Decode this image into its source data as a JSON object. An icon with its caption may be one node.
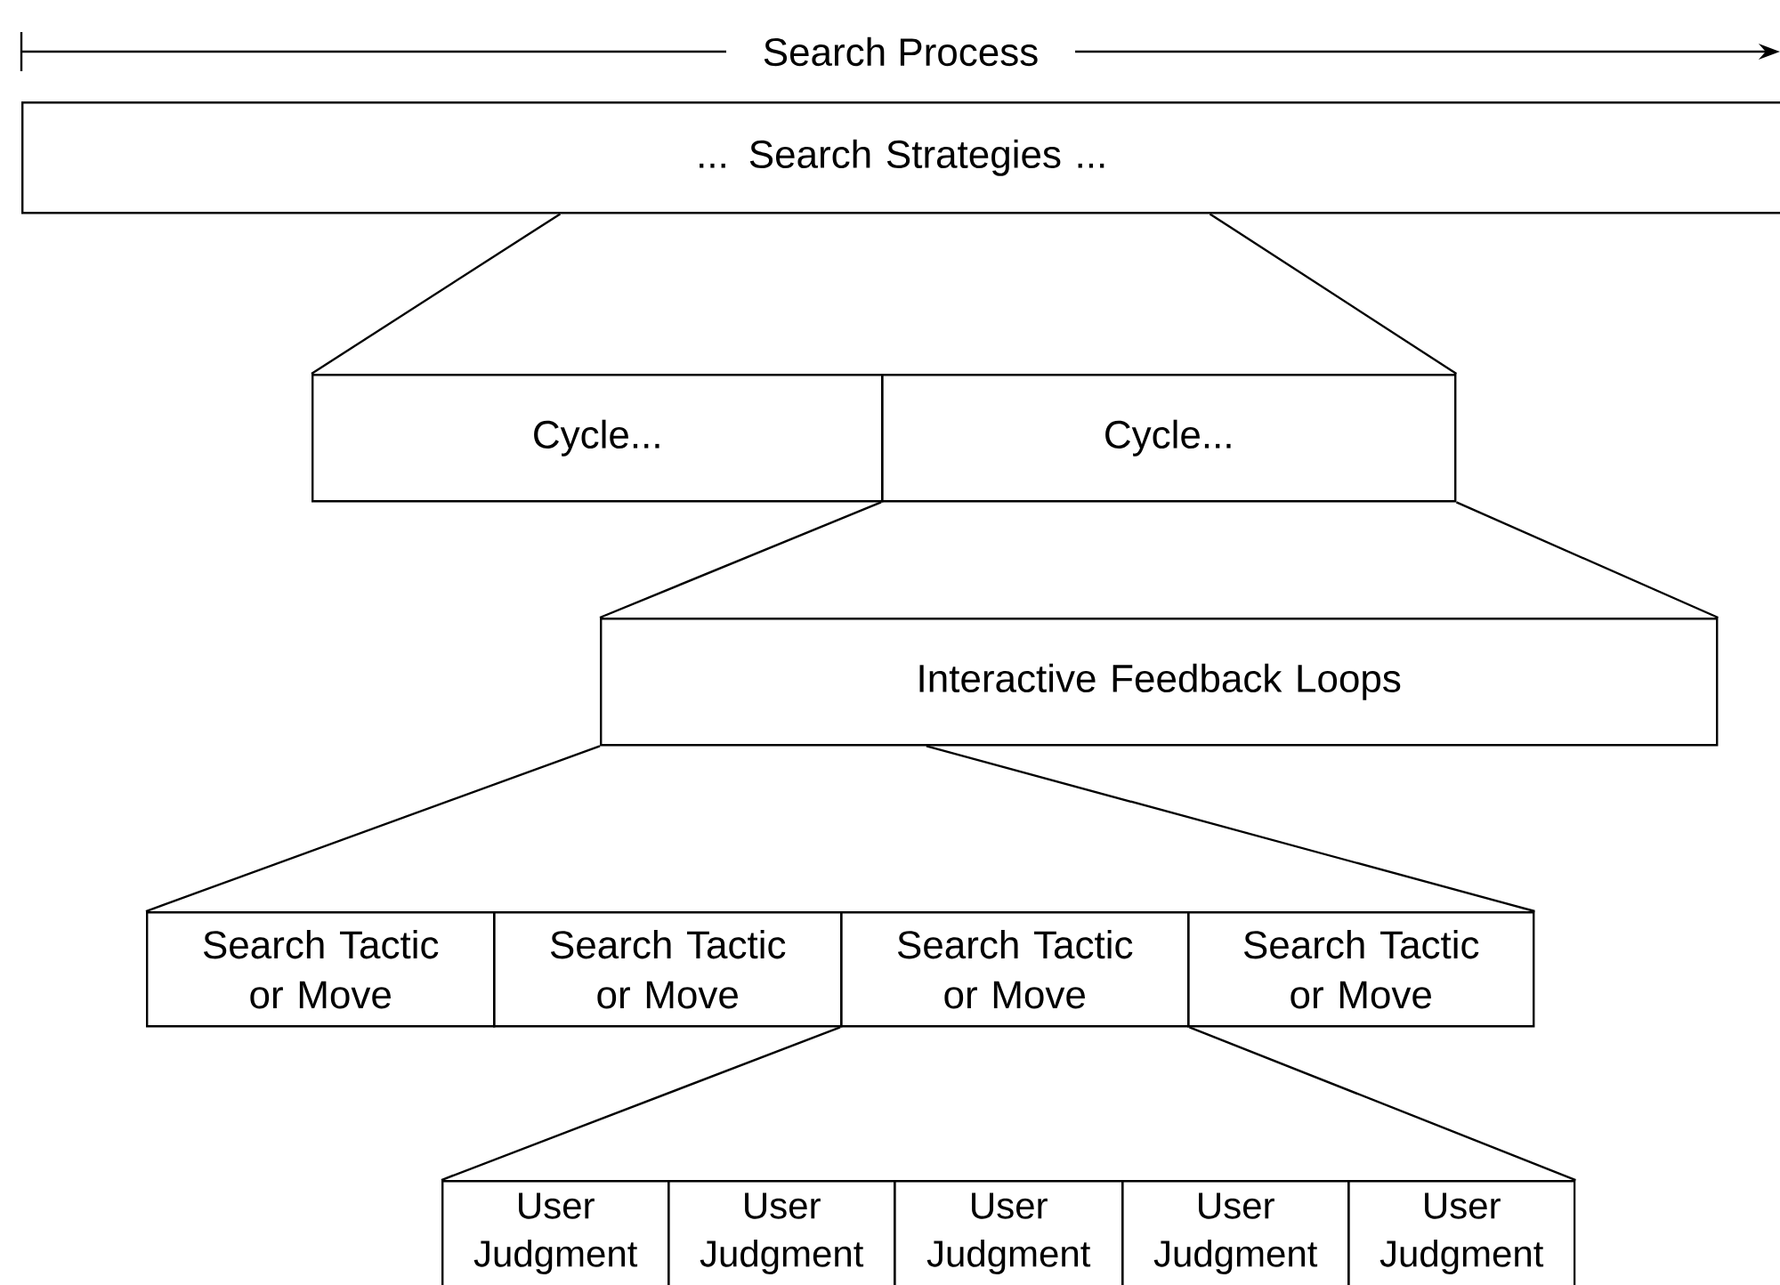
{
  "diagram": {
    "nodes": [
      {
        "text": [
          "... Search Strategies ..."
        ]
      },
      {
        "text": [
          "Cycle..."
        ]
      },
      {
        "text": [
          "Cycle..."
        ]
      },
      {
        "text": [
          "Interactive Feedback Loops"
        ]
      },
      {
        "text": [
          "Search Tactic or Move"
        ]
      },
      {
        "text": [
          "Search Tactic or Move"
        ]
      },
      {
        "text": [
          "Search Tactic or Move"
        ]
      },
      {
        "text": [
          "Search Tactic or Move"
        ]
      },
      {
        "text": [
          "User Judgment"
        ]
      },
      {
        "text": [
          "User Judgment"
        ]
      },
      {
        "text": [
          "User Judgment"
        ]
      },
      {
        "text": [
          "User Judgment"
        ]
      },
      {
        "text": [
          "User Judgment"
        ]
      }
    ],
    "edges": [
      {
        "from": 0,
        "to": 1,
        "arrow": "none"
      },
      {
        "from": 0,
        "to": 2,
        "arrow": "none"
      },
      {
        "from": 2,
        "to": 3,
        "arrow": "none"
      },
      {
        "from": 2,
        "to": 3,
        "arrow": "none"
      },
      {
        "from": 3,
        "to": 4,
        "arrow": "none"
      },
      {
        "from": 3,
        "to": 7,
        "arrow": "none"
      },
      {
        "from": 6,
        "to": 8,
        "arrow": "none"
      },
      {
        "from": 6,
        "to": 12,
        "arrow": "none"
      }
    ],
    "labels": [
      "Search Process"
    ]
  }
}
